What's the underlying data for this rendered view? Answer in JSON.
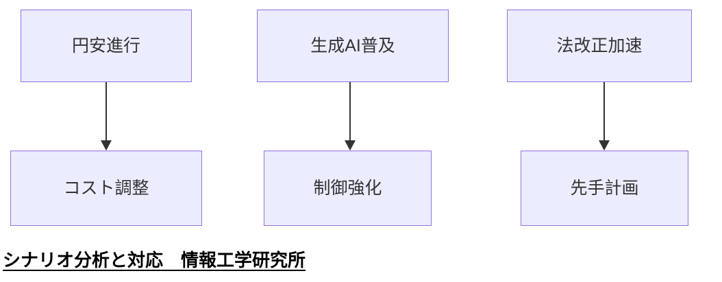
{
  "diagram": {
    "columns": [
      {
        "top": "円安進行",
        "bottom": "コスト調整"
      },
      {
        "top": "生成AI普及",
        "bottom": "制御強化"
      },
      {
        "top": "法改正加速",
        "bottom": "先手計画"
      }
    ],
    "caption": "シナリオ分析と対応　情報工学研究所",
    "colors": {
      "box_fill": "#ECECFF",
      "box_border": "#9370DB",
      "arrow": "#333333"
    }
  }
}
